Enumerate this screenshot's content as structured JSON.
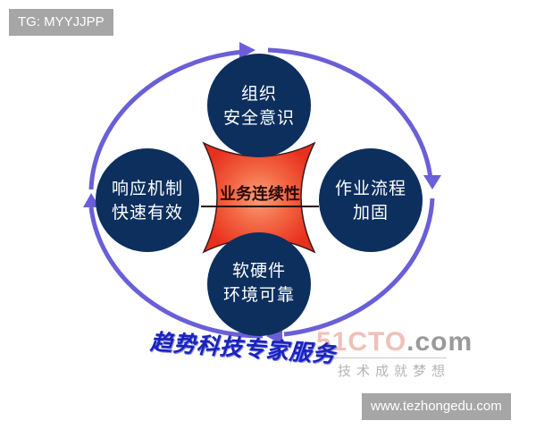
{
  "watermark_top": "TG: MYYJJPP",
  "watermark_bottom": "www.tezhongedu.com",
  "diagram": {
    "center": {
      "label": "业务连续性",
      "color": "#f04a2a"
    },
    "nodes": [
      {
        "position": "top",
        "line1": "组织",
        "line2": "安全意识"
      },
      {
        "position": "right",
        "line1": "作业流程",
        "line2": "加固"
      },
      {
        "position": "bottom",
        "line1": "软硬件",
        "line2": "环境可靠"
      },
      {
        "position": "left",
        "line1": "响应机制",
        "line2": "快速有效"
      }
    ],
    "node_color": "#0d2f5e",
    "cycle_arrow_color": "#6a5fd8",
    "cycle_direction": "clockwise"
  },
  "slogan": "趋势科技专家服务",
  "site_logo": {
    "digits": "51CTO",
    "suffix": ".com",
    "tagline": "技术成就梦想"
  }
}
